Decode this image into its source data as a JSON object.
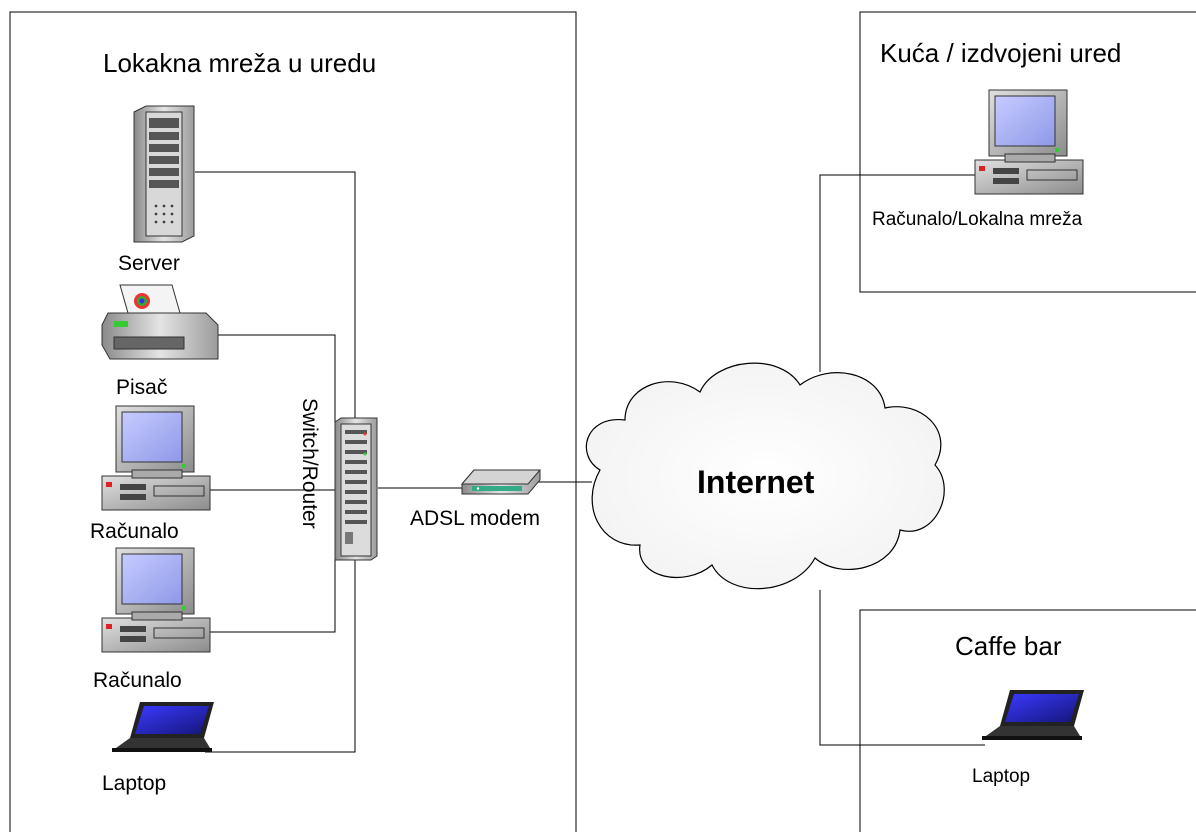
{
  "office": {
    "title": "Lokakna mreža u uredu",
    "server_label": "Server",
    "printer_label": "Pisač",
    "computer1_label": "Računalo",
    "computer2_label": "Računalo",
    "laptop_label": "Laptop",
    "switch_label": "Switch/Router",
    "modem_label": "ADSL modem"
  },
  "internet": {
    "label": "Internet"
  },
  "home": {
    "title": "Kuća / izdvojeni ured",
    "computer_label": "Računalo/Lokalna mreža"
  },
  "cafe": {
    "title": "Caffe bar",
    "laptop_label": "Laptop"
  },
  "colors": {
    "line": "#000000",
    "screen": "#9fa7ee",
    "device_body": "#c8c8c8",
    "laptop_screen": "#2b2bd8"
  }
}
